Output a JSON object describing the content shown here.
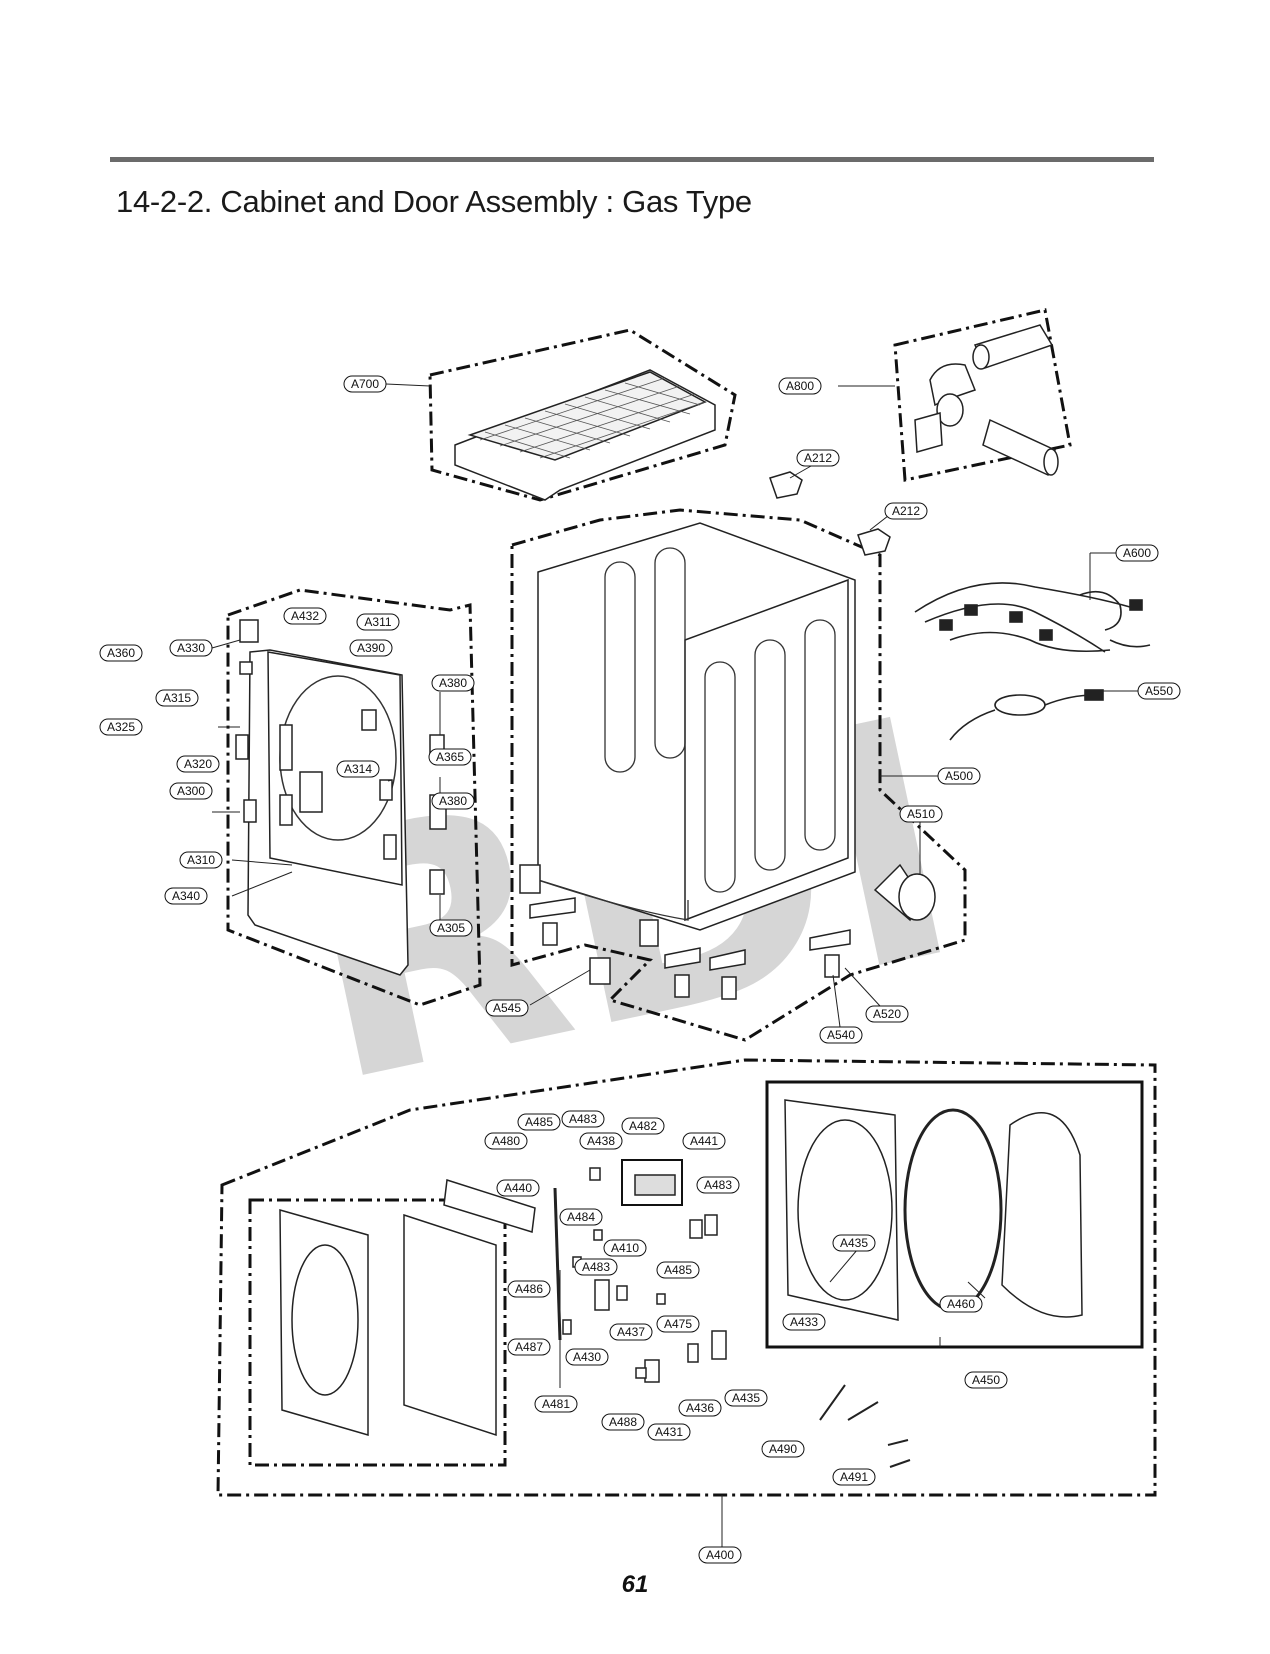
{
  "page": {
    "title": "14-2-2. Cabinet and Door Assembly : Gas Type",
    "page_number": "61",
    "watermark": "RDI"
  },
  "callouts": {
    "A700": "A700",
    "A800": "A800",
    "A212a": "A212",
    "A212b": "A212",
    "A600": "A600",
    "A550": "A550",
    "A500": "A500",
    "A510": "A510",
    "A520": "A520",
    "A540": "A540",
    "A545": "A545",
    "A432": "A432",
    "A311": "A311",
    "A390": "A390",
    "A380a": "A380",
    "A380b": "A380",
    "A360": "A360",
    "A330": "A330",
    "A315": "A315",
    "A325": "A325",
    "A320": "A320",
    "A314": "A314",
    "A365": "A365",
    "A300": "A300",
    "A310": "A310",
    "A340": "A340",
    "A305": "A305",
    "A485a": "A485",
    "A483a": "A483",
    "A482": "A482",
    "A480": "A480",
    "A438": "A438",
    "A441": "A441",
    "A440": "A440",
    "A483b": "A483",
    "A484": "A484",
    "A410": "A410",
    "A485b": "A485",
    "A486": "A486",
    "A483c": "A483",
    "A437": "A437",
    "A475": "A475",
    "A487": "A487",
    "A430": "A430",
    "A481": "A481",
    "A488": "A488",
    "A431": "A431",
    "A436": "A436",
    "A435a": "A435",
    "A435b": "A435",
    "A433": "A433",
    "A460": "A460",
    "A450": "A450",
    "A490": "A490",
    "A491": "A491",
    "A400": "A400"
  }
}
